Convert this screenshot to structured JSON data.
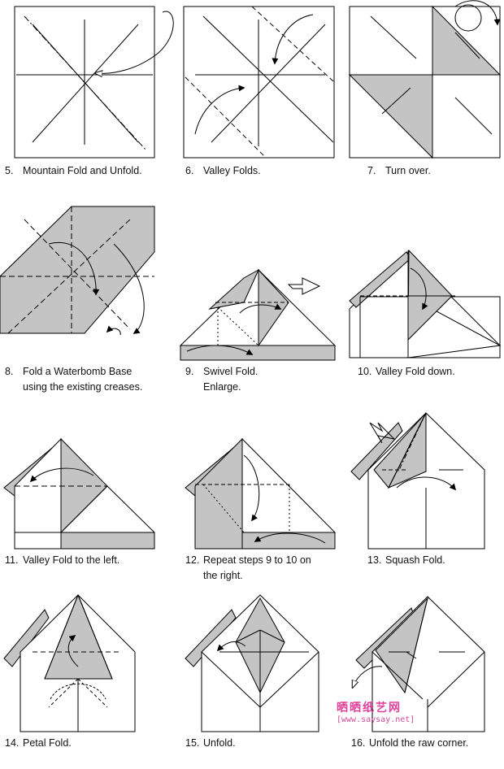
{
  "steps": [
    {
      "num": "5.",
      "text": "Mountain Fold and Unfold."
    },
    {
      "num": "6.",
      "text": "Valley Folds."
    },
    {
      "num": "7.",
      "text": "Turn over."
    },
    {
      "num": "8.",
      "text": "Fold a Waterbomb Base",
      "text2": "using the existing creases."
    },
    {
      "num": "9.",
      "text": "Swivel Fold.",
      "text2": "Enlarge."
    },
    {
      "num": "10.",
      "text": "Valley Fold down."
    },
    {
      "num": "11.",
      "text": "Valley Fold to the left."
    },
    {
      "num": "12.",
      "text": "Repeat steps 9 to 10 on",
      "text2": "the right."
    },
    {
      "num": "13.",
      "text": "Squash Fold."
    },
    {
      "num": "14.",
      "text": "Petal Fold."
    },
    {
      "num": "15.",
      "text": "Unfold."
    },
    {
      "num": "16.",
      "text": "Unfold the raw corner."
    }
  ],
  "watermark": {
    "brand": "晒晒纸艺网",
    "url": "[www.saysay.net]"
  },
  "colors": {
    "paper": "#ffffff",
    "shade": "#c4c4c4",
    "line": "#000000",
    "watermark": "#e0409a"
  }
}
